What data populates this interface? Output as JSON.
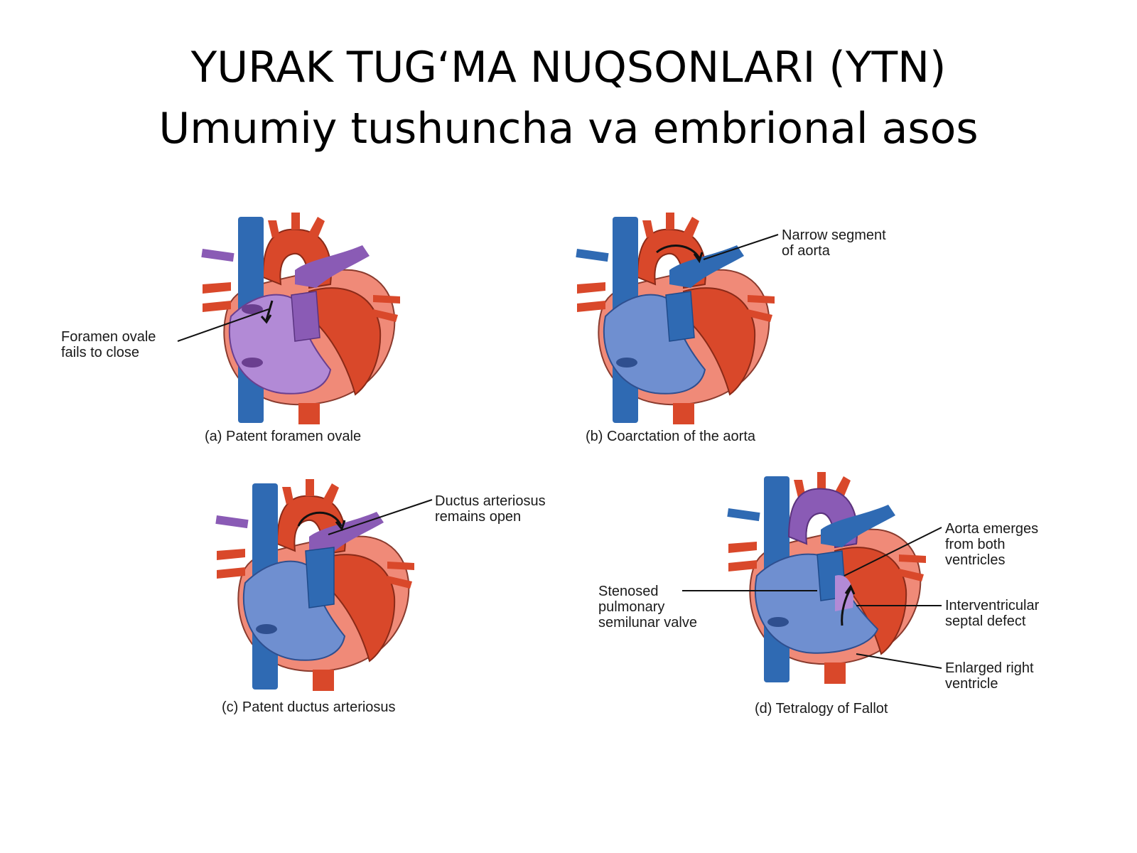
{
  "title": {
    "line1": "YURAK TUG‘MA NUQSONLARI (YTN)",
    "line2": "Umumiy tushuncha va embrional asos"
  },
  "panels": {
    "a": {
      "caption": "(a) Patent foramen ovale",
      "labels": [
        "Foramen ovale",
        "fails to close"
      ]
    },
    "b": {
      "caption": "(b) Coarctation of the aorta",
      "labels": [
        "Narrow segment",
        "of aorta"
      ]
    },
    "c": {
      "caption": "(c) Patent ductus arteriosus",
      "labels": [
        "Ductus arteriosus",
        "remains open"
      ]
    },
    "d": {
      "caption": "(d) Tetralogy of Fallot",
      "aorta": [
        "Aorta emerges",
        "from both",
        "ventricles"
      ],
      "stenosed": [
        "Stenosed",
        "pulmonary",
        "semilunar valve"
      ],
      "septal": [
        "Interventricular",
        "septal defect"
      ],
      "enlarged": [
        "Enlarged right",
        "ventricle"
      ]
    }
  },
  "colors": {
    "vein_blue": "#2f6ab3",
    "artery_red": "#d9482a",
    "heart_pink": "#f08a78",
    "right_heart_blue": "#6f8fd0",
    "mixed_purple": "#8a5bb5",
    "light_purple": "#b28ad6"
  }
}
